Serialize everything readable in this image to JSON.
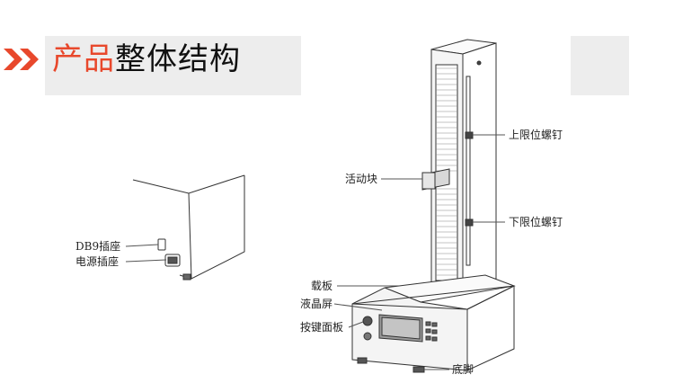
{
  "header": {
    "title_accent": "产品",
    "title_main": "整体结构",
    "accent_color": "#e8482c",
    "chevron_color": "#e8482c"
  },
  "rear_unit": {
    "labels": [
      "DB9插座",
      "电源插座"
    ]
  },
  "main_unit": {
    "labels": {
      "upper_limit": "上限位螺钉",
      "slider": "活动块",
      "lower_limit": "下限位螺钉",
      "carrier": "载板",
      "lcd": "液晶屏",
      "keypad": "按键面板",
      "base": "底脚"
    }
  }
}
